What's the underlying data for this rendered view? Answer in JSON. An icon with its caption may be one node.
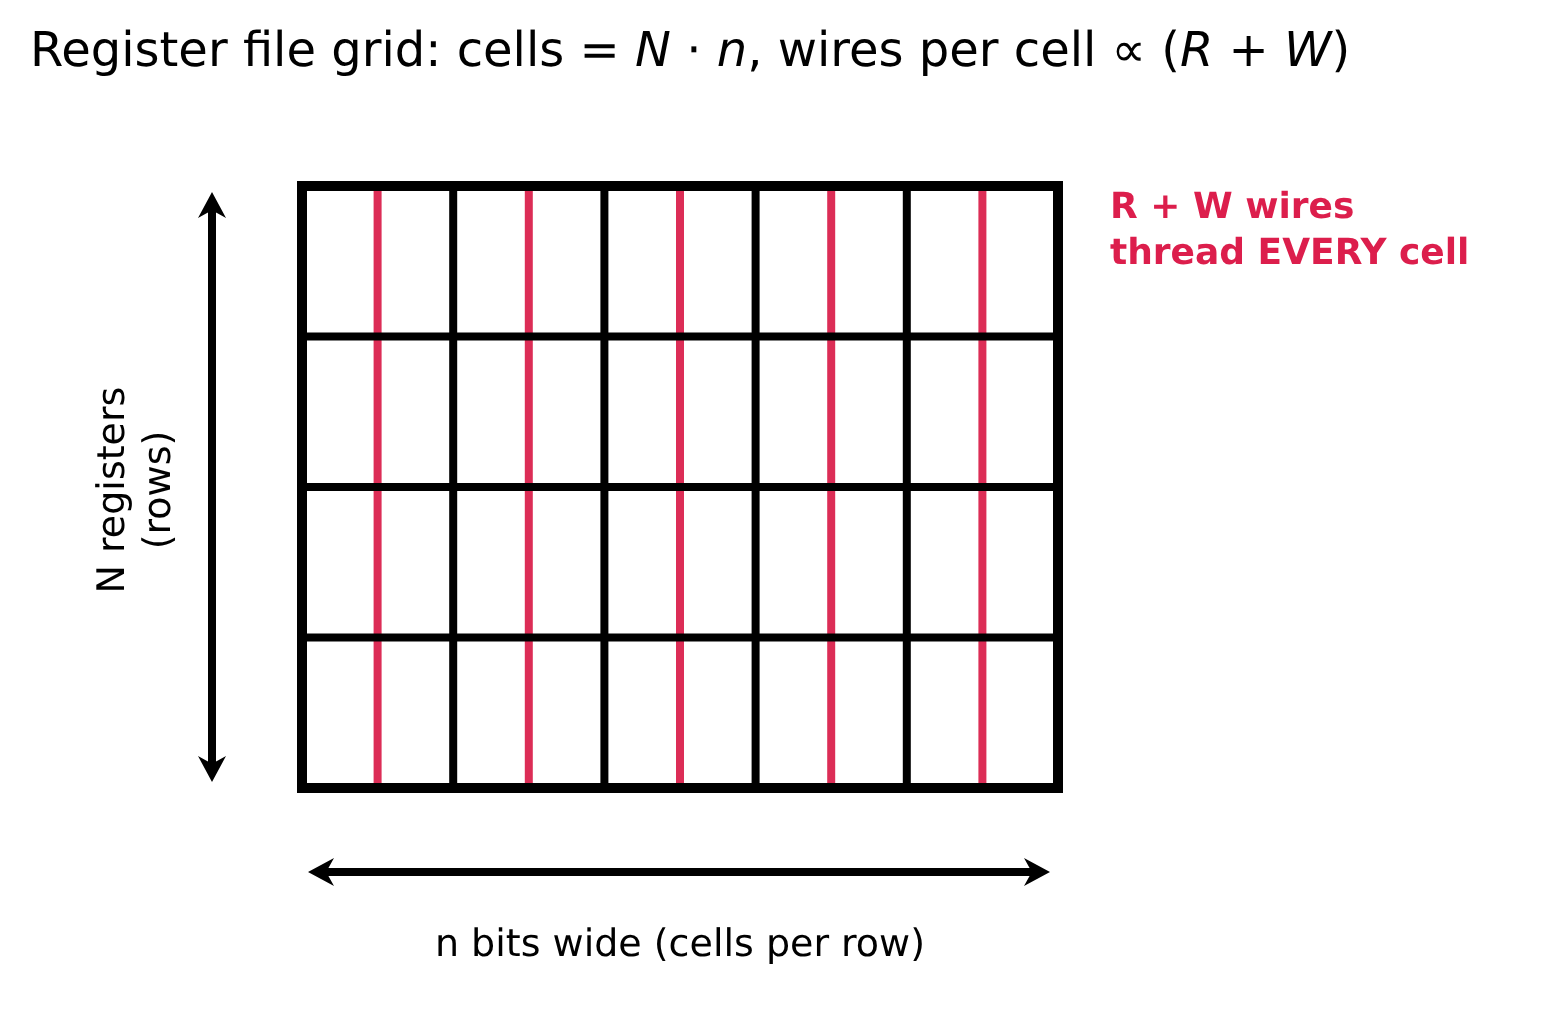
{
  "diagram": {
    "title": "Register file grid: cells = *N* · *n*, wires per cell ∝ (*R* + *W*)",
    "labels": [
      "R + W wires thread EVERY cell",
      "N registers (rows)",
      "n bits wide (cells per row)"
    ]
  }
}
